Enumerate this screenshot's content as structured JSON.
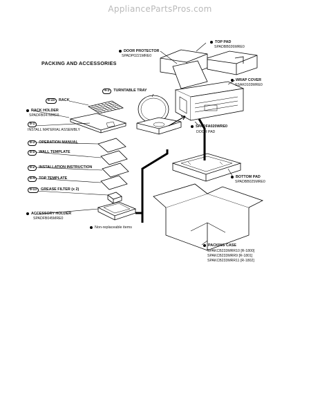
{
  "watermark": "AppliancePartsPros.com",
  "heading": "PACKING AND ACCESSORIES",
  "parts": {
    "top_pad": {
      "name": "TOP PAD",
      "code": "SPADBB026MRE0"
    },
    "door_protector": {
      "name": "DOOR PROTECTOR",
      "code": "SPADP0221MRE0"
    },
    "wrap_cover": {
      "name": "WRAP COVER",
      "code": "SSAK0103MRE0"
    },
    "turntable_tray": {
      "ref": "4-3",
      "name": "TURNTABLE TRAY"
    },
    "rack": {
      "ref": "8-15",
      "name": "RACK"
    },
    "rack_holder": {
      "name": "RACK HOLDER",
      "code": "SPADFB047MRE0"
    },
    "install_assembly": {
      "ref": "8-1",
      "name": "INSTALL MATERIAL ASSEMBLY"
    },
    "door_pad": {
      "code": "SPADFA020WRE0",
      "name": "DOOR PAD"
    },
    "operation_manual": {
      "ref": "8-3",
      "name": "OPERATION MANUAL"
    },
    "wall_template": {
      "ref": "8-5",
      "name": "WALL TEMPLATE"
    },
    "installation_instruction": {
      "ref": "8-2",
      "name": "INSTALLATION INSTRUCTION"
    },
    "top_template": {
      "ref": "8-4",
      "name": "TOP TEMPLATE"
    },
    "grease_filter": {
      "ref": "8-13",
      "name": "GREASE FILTER (x 2)"
    },
    "bottom_pad": {
      "name": "BOTTOM PAD",
      "code": "SPADBB025MRE0"
    },
    "accessory_holder": {
      "name": "ACCESSORY HOLDER",
      "code": "SPADFB045MRE0"
    },
    "packing_case": {
      "name": "PACKING CASE",
      "codes": [
        "SPAKCB233MRR10 [R-1800]",
        "SPAKCB233MRR9  [R-1801]",
        "SPAKCB233MRR11 [R-1802]"
      ]
    }
  },
  "legend": "Non-replaceable items"
}
